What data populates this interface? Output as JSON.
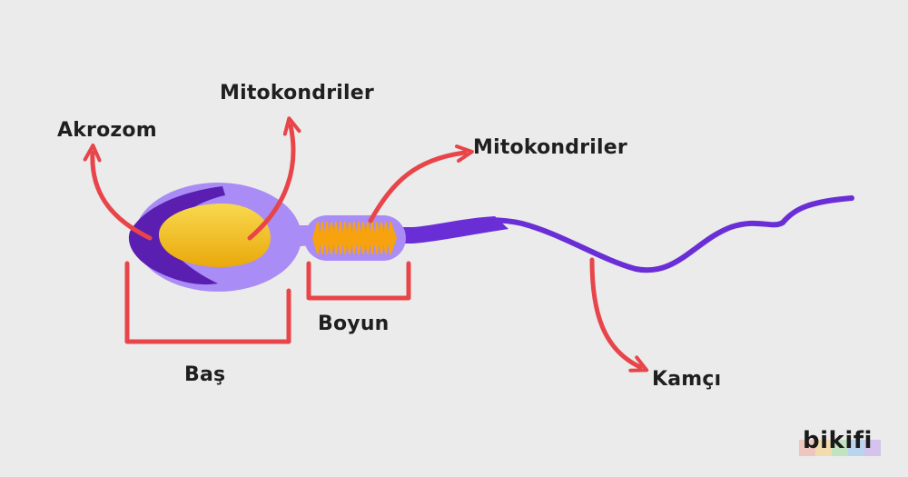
{
  "labels": {
    "akrozom": "Akrozom",
    "mito_head": "Mitokondriler",
    "mito_neck": "Mitokondriler",
    "boyun": "Boyun",
    "bas": "Baş",
    "kamci": "Kamçı"
  },
  "logo": {
    "text": "bikifi",
    "stripe_colors": [
      "#f2a79a",
      "#f7d07a",
      "#9fdc9b",
      "#8fc3f0",
      "#c3a2ee"
    ]
  },
  "colors": {
    "background": "#ebebeb",
    "arrow": "#e8454a",
    "bracket": "#e8454a",
    "acrosome": "#5a1fb0",
    "head": "#a98cf5",
    "nucleus": "#f2bf16",
    "neck_body": "#a98cf5",
    "mitochondria": "#f7a20f",
    "tail": "#6a2ed6"
  }
}
